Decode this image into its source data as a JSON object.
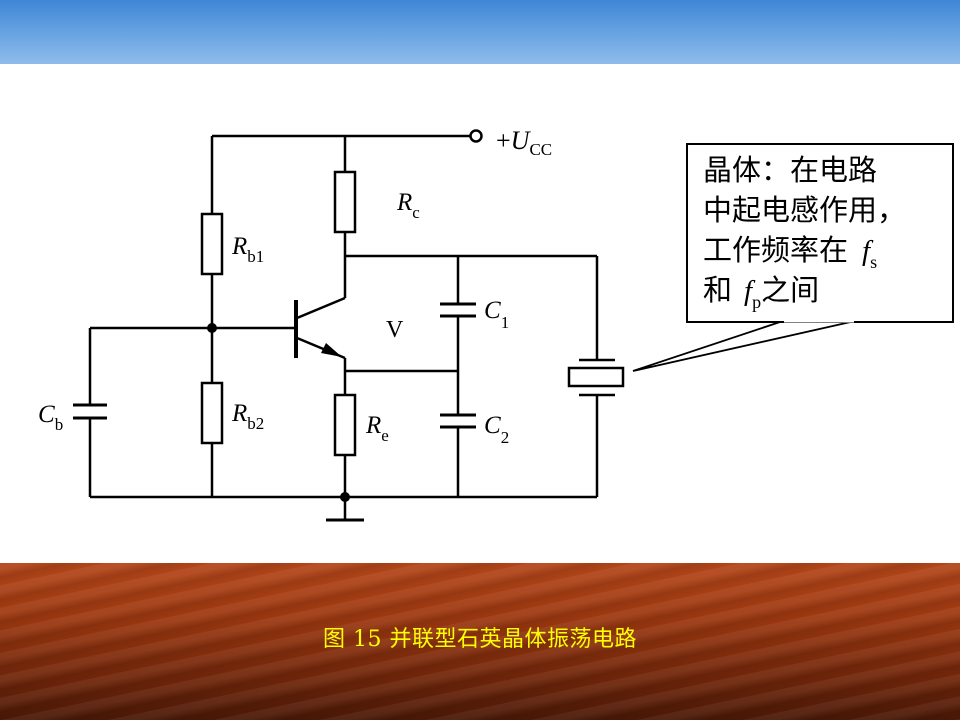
{
  "slide": {
    "caption": "图 15 并联型石英晶体振荡电路"
  },
  "circuit": {
    "supply": {
      "symbol": "U",
      "sub": "CC",
      "sign": "+"
    },
    "Rc": {
      "symbol": "R",
      "sub": "c"
    },
    "Rb1": {
      "symbol": "R",
      "sub": "b1"
    },
    "Rb2": {
      "symbol": "R",
      "sub": "b2"
    },
    "Re": {
      "symbol": "R",
      "sub": "e"
    },
    "Cb": {
      "symbol": "C",
      "sub": "b"
    },
    "C1": {
      "symbol": "C",
      "sub": "1"
    },
    "C2": {
      "symbol": "C",
      "sub": "2"
    },
    "transistor": {
      "label": "V"
    }
  },
  "callout": {
    "line1": "晶体：在电路",
    "line2": "中起电感作用，",
    "line3_prefix": "工作频率在",
    "fs_symbol": "f",
    "fs_sub": "s",
    "line4_prefix": "和",
    "fp_symbol": "f",
    "fp_sub": "p",
    "line4_suffix": "之间"
  },
  "colors": {
    "top_band": "#5b9be0",
    "bottom_band": "#8a3410",
    "caption": "#ffff00"
  }
}
